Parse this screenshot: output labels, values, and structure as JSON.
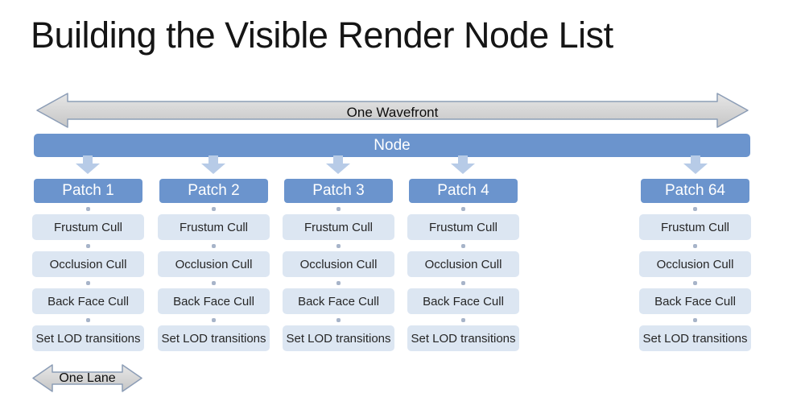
{
  "title": "Building the Visible Render Node List",
  "wavefront": {
    "label": "One Wavefront"
  },
  "node": {
    "label": "Node"
  },
  "lane": {
    "label": "One Lane"
  },
  "columns": [
    {
      "patch": "Patch 1"
    },
    {
      "patch": "Patch 2"
    },
    {
      "patch": "Patch 3"
    },
    {
      "patch": "Patch 4"
    },
    {
      "patch": "Patch 64"
    }
  ],
  "steps": [
    "Frustum Cull",
    "Occlusion Cull",
    "Back Face Cull",
    "Set LOD transitions"
  ],
  "colors": {
    "accent_blue": "#6B94CD",
    "light_step_box": "#DCE6F2",
    "down_arrow_blue": "#B7CBE7",
    "gray_arrow_fill": "#D2D2D2",
    "gray_arrow_border": "#8C9DB6",
    "connector_dot": "#A7B4C9",
    "text_dark": "#262626",
    "text_white": "#FFFFFF"
  }
}
